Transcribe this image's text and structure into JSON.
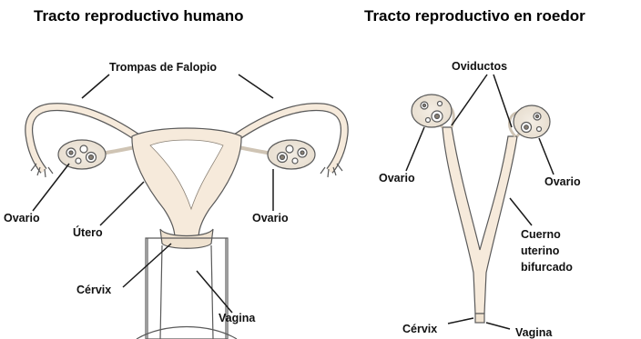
{
  "titles": {
    "human": "Tracto reproductivo humano",
    "rodent": "Tracto reproductivo en roedor"
  },
  "human": {
    "labels": {
      "fallopian_tubes": "Trompas de Falopio",
      "ovary_left": "Ovario",
      "ovary_right": "Ovario",
      "uterus": "Útero",
      "cervix": "Cérvix",
      "vagina": "Vagina"
    }
  },
  "rodent": {
    "labels": {
      "oviducts": "Oviductos",
      "ovary_left": "Ovario",
      "ovary_right": "Ovario",
      "horn_line1": "Cuerno",
      "horn_line2": "uterino",
      "horn_line3": "bifurcado",
      "cervix": "Cérvix",
      "vagina": "Vagina"
    }
  },
  "colors": {
    "tissue_fill": "#f6eadb",
    "outline": "#5a5a5a",
    "leader_line": "#1a1a1a"
  }
}
